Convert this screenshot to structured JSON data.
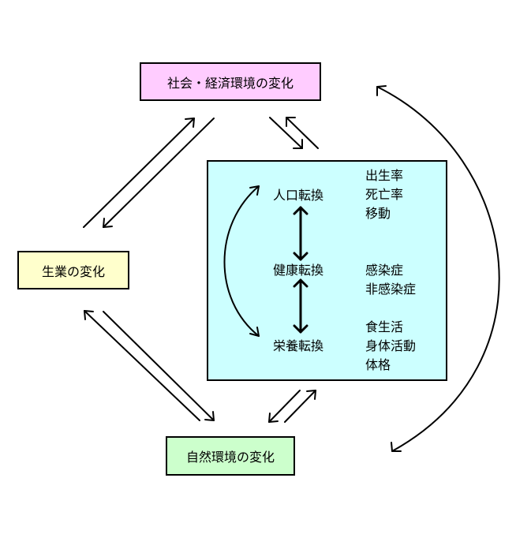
{
  "colors": {
    "social_fill": "#ffccff",
    "industry_fill": "#ffffcc",
    "natural_fill": "#ccffcc",
    "center_fill": "#ccffff",
    "stroke": "#000000"
  },
  "boxes": {
    "social": "社会・経済環境の変化",
    "industry": "生業の変化",
    "natural": "自然環境の変化"
  },
  "transitions": {
    "population": "人口転換",
    "health": "健康転換",
    "nutrition": "栄養転換"
  },
  "factors": {
    "population": [
      "出生率",
      "死亡率",
      "移動"
    ],
    "health": [
      "感染症",
      "非感染症"
    ],
    "nutrition": [
      "食生活",
      "身体活動",
      "体格"
    ]
  }
}
